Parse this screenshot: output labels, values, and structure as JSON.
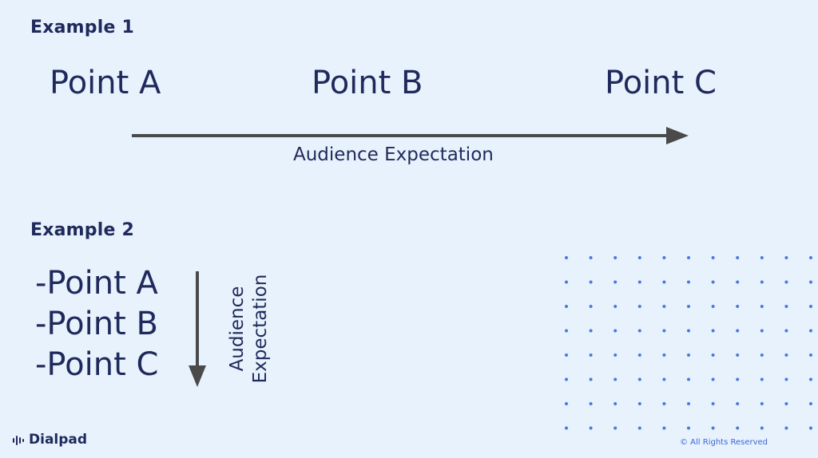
{
  "example1": {
    "heading": "Example 1",
    "points": [
      "Point A",
      "Point B",
      "Point C"
    ],
    "arrow_label": "Audience Expectation"
  },
  "example2": {
    "heading": "Example 2",
    "items": [
      "-Point A",
      "-Point B",
      "-Point C"
    ],
    "arrow_label_lines": [
      "Audience",
      "Expectation"
    ]
  },
  "footer": {
    "logo_text": "Dialpad",
    "copyright": "© All Rights Reserved"
  },
  "colors": {
    "background": "#e8f2fc",
    "text": "#1f2a5c",
    "arrow": "#4a4a4a",
    "dots": "#4a78e0",
    "copyright": "#3a66d6"
  },
  "icons": {
    "logo": "sound-wave-icon",
    "decor": "dot-grid-pattern"
  }
}
